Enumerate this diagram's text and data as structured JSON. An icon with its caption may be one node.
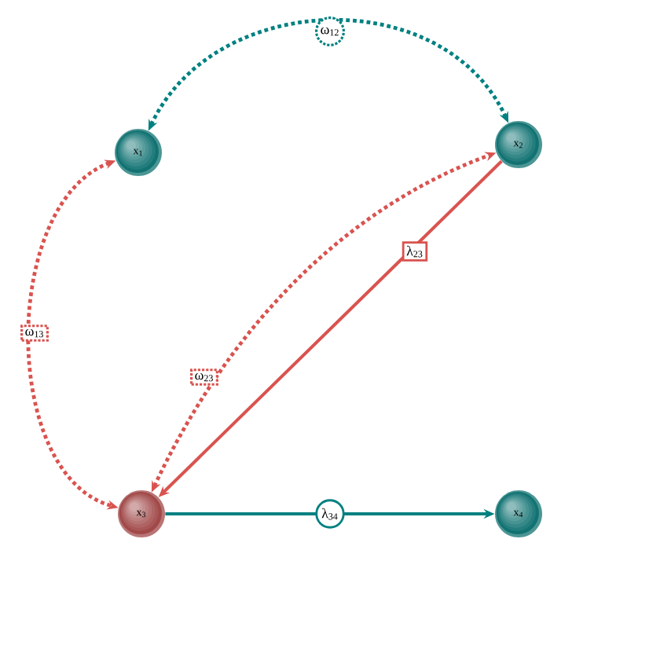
{
  "diagram": {
    "nodes": [
      {
        "text": [
          "x$_{1}$"
        ]
      },
      {
        "text": [
          "x$_{2}$"
        ]
      },
      {
        "text": [
          "x$_{3}$"
        ]
      },
      {
        "text": [
          "x$_{4}$"
        ]
      }
    ],
    "edges": [
      {
        "from": 0,
        "to": 1,
        "arrow": "both",
        "style": "dashed",
        "color": "#008080",
        "label": "ω$_{12}$"
      },
      {
        "from": 0,
        "to": 2,
        "arrow": "both",
        "style": "dashed",
        "color": "#d9534f",
        "label": "ω$_{13}$"
      },
      {
        "from": 2,
        "to": 1,
        "arrow": "both",
        "style": "dashed",
        "color": "#d9534f",
        "label": "ω$_{23}$"
      },
      {
        "from": 1,
        "to": 2,
        "arrow": "to",
        "color": "#d9534f",
        "label": "λ$_{23}$"
      },
      {
        "from": 2,
        "to": 3,
        "arrow": "to",
        "color": "#008080",
        "label": "λ$_{34}$"
      }
    ]
  }
}
